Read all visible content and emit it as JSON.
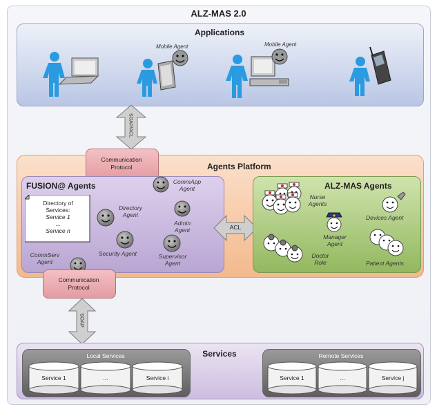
{
  "title": "ALZ-MAS 2.0",
  "applications": {
    "title": "Applications",
    "mobile_agent_1": "Mobile Agent",
    "mobile_agent_2": "Mobile Agent"
  },
  "soap_acl_label": "SOAP/ACL",
  "comm_protocol_top": "Communication\nProtocol",
  "agents_platform": {
    "title": "Agents Platform"
  },
  "fusion": {
    "title": "FUSION@ Agents",
    "directory_box": [
      "Directory of",
      "Services:",
      "Service 1",
      "...",
      "Service n"
    ],
    "directory_agent": "Directory\nAgent",
    "commapp_agent": "CommApp\nAgent",
    "admin_agent": "Admin\nAgent",
    "security_agent": "Security Agent",
    "supervisor_agent": "Supervisor\nAgent",
    "commserv_agent": "CommServ\nAgent"
  },
  "acl_label": "ACL",
  "alzmas": {
    "title": "ALZ-MAS Agents",
    "nurse_agents": "Nurse\nAgents",
    "devices_agent": "Devices Agent",
    "manager_agent": "Manager\nAgent",
    "doctor_role": "Doctor\nRole",
    "patient_agents": "Patient Agents"
  },
  "comm_protocol_bottom": "Communication\nProtocol",
  "soap_label": "SOAP",
  "services": {
    "title": "Services",
    "local": {
      "title": "Local Services",
      "items": [
        "Service 1",
        "...",
        "Service i"
      ]
    },
    "remote": {
      "title": "Remote Services",
      "items": [
        "Service 1",
        "...",
        "Service j"
      ]
    }
  },
  "colors": {
    "applications_bg": "#c9d3ea",
    "platform_bg": "#f6c9a8",
    "fusion_bg": "#c7b8da",
    "alzmas_bg": "#a9c97a",
    "protocol_bg": "#e9a9ad",
    "services_bg": "#d9cde6",
    "person_blue": "#2a9be0"
  }
}
